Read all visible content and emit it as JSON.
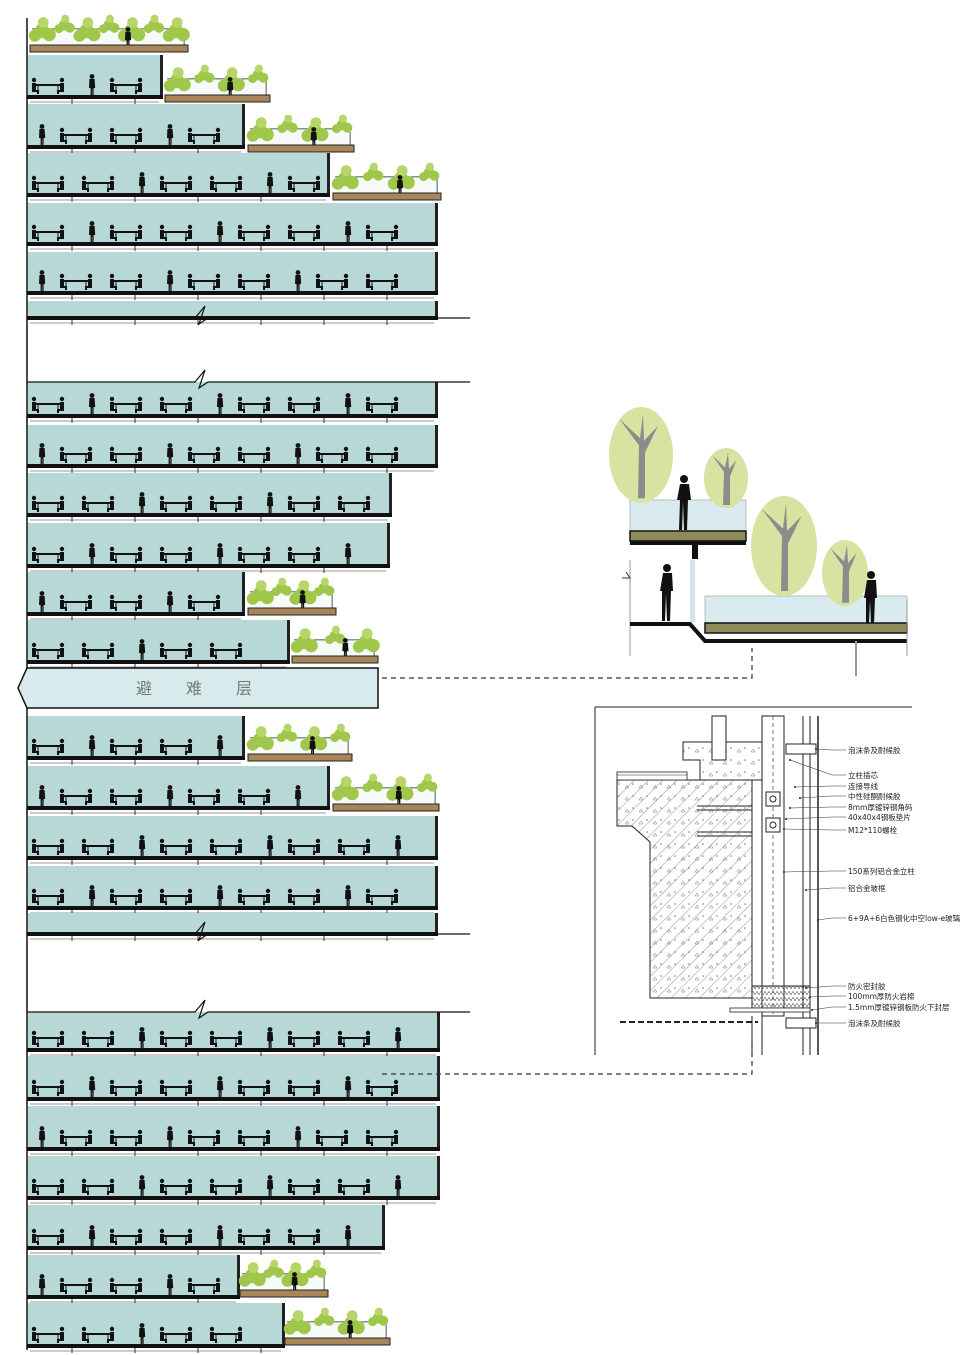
{
  "refuge_floor": {
    "chars": [
      "避",
      "难",
      "层"
    ]
  },
  "detail_labels": [
    "泡沫条及耐候胶",
    "立柱插芯",
    "连接导线",
    "中性硅酮耐候胶",
    "8mm厚镀锌钢角码",
    "40x40x4钢板垫片",
    "M12*110螺栓",
    "150系列铝合金立柱",
    "铝合金玻框",
    "6+9A+6白色钢化中空low-e玻璃",
    "防火密封胶",
    "100mm厚防火岩棉",
    "1.5mm厚镀锌钢板防火下封层",
    "泡沫条及耐候胶"
  ],
  "colors": {
    "glass": "#b7d8d7",
    "glass_dark": "#9cc6c4",
    "slab": "#111111",
    "planter": "#a9865a",
    "foliage": "#9fc74a",
    "tree_canopy": "#d6e3a1",
    "trunk": "#8c8c8c",
    "refuge": "#d7ebed",
    "hatch": "#555555"
  }
}
